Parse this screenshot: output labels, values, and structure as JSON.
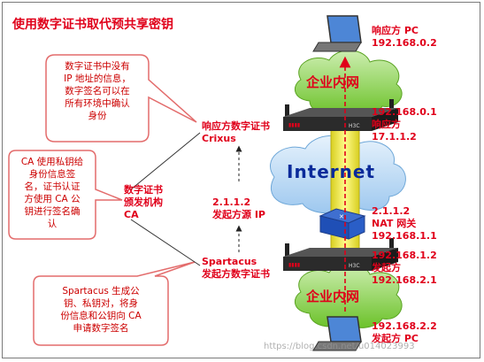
{
  "title": "使用数字证书取代预共享密钥",
  "callouts": {
    "top": [
      "数字证书中没有",
      "IP 地址的信息，",
      "数字签名可以在",
      "所有环境中确认",
      "身份"
    ],
    "middle": [
      "CA 使用私钥给",
      "身份信息签",
      "名，证书认证",
      "方使用 CA 公",
      "钥进行签名确",
      "认"
    ],
    "bottom": [
      "Spartacus 生成公",
      "钥、私钥对，将身",
      "份信息和公钥向 CA",
      "申请数字签名"
    ]
  },
  "ca": [
    "数字证书",
    "颁发机构",
    "CA"
  ],
  "responder_cert": [
    "响应方数字证书",
    "Crixus"
  ],
  "initiator_cert": [
    "Spartacus",
    "发起方数字证书"
  ],
  "source_ip": [
    "2.1.1.2",
    "发起方源 IP"
  ],
  "internet": "Internet",
  "enterprise_net_top": "企业内网",
  "enterprise_net_bottom": "企业内网",
  "right_labels": {
    "pc_top": [
      "响应方 PC",
      "192.168.0.2"
    ],
    "router_top": [
      "192.168.0.1",
      "响应方",
      "17.1.1.2"
    ],
    "nat": [
      "2.1.1.2",
      "NAT 网关",
      "192.168.1.1"
    ],
    "router_bottom": [
      "192.168.1.2",
      "发起方",
      "192.168.2.1"
    ],
    "pc_bottom": [
      "192.168.2.2",
      "发起方 PC"
    ]
  },
  "router_brand": "H3C",
  "watermark": "https://blog.csdn.net/u014023993",
  "colors": {
    "red": "#e0001a",
    "cloud_green": "#7fd13b",
    "internet_cloud": "#b7d8f5",
    "tunnel": "#f7f04a",
    "callout_border": "#e36c6c"
  }
}
